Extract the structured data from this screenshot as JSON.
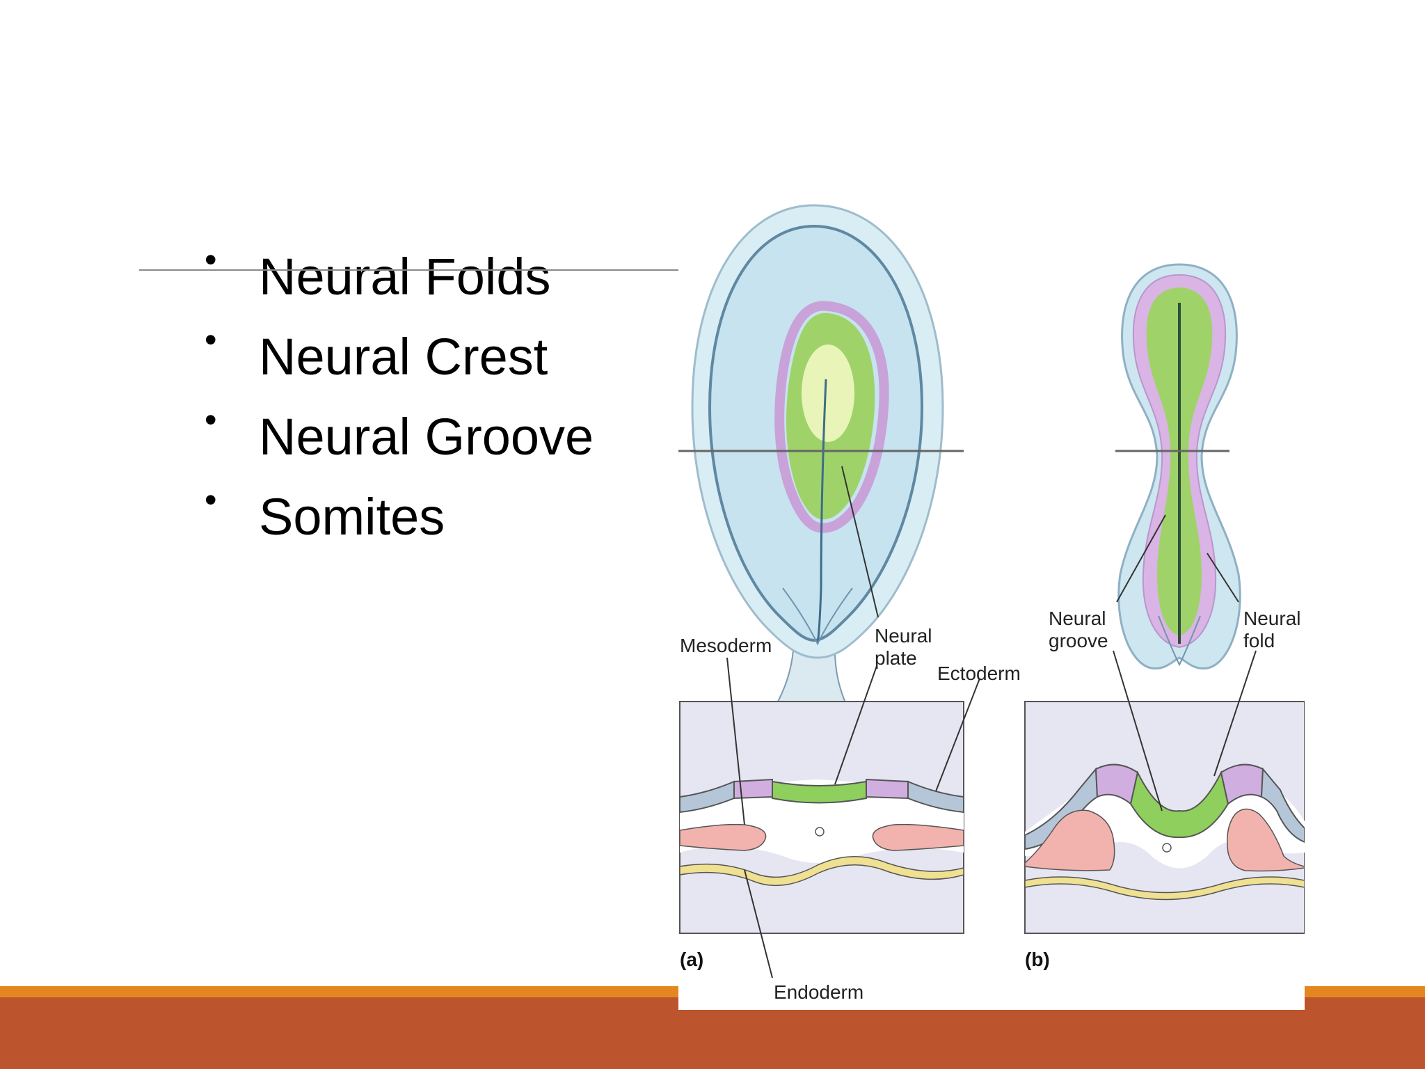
{
  "bullets": [
    {
      "text": "Neural Folds"
    },
    {
      "text": "Neural Crest"
    },
    {
      "text": "Neural Groove"
    },
    {
      "text": "Somites"
    }
  ],
  "figure": {
    "labels": {
      "mesoderm": "Mesoderm",
      "neural_plate_1": "Neural",
      "neural_plate_2": "plate",
      "ectoderm": "Ectoderm",
      "neural_groove_1": "Neural",
      "neural_groove_2": "groove",
      "neural_fold_1": "Neural",
      "neural_fold_2": "fold",
      "endoderm": "Endoderm",
      "panel_a": "(a)",
      "panel_b": "(b)"
    }
  },
  "colors": {
    "band_orange": "#e48720",
    "band_rust": "#bc552d",
    "neural_plate": "#8fcf5e",
    "neural_crest": "#d1aee0",
    "ectoderm": "#b4c6d8",
    "mesoderm": "#f2b2ad",
    "endoderm": "#efe092",
    "embryo_body": "#c9e5ef"
  }
}
